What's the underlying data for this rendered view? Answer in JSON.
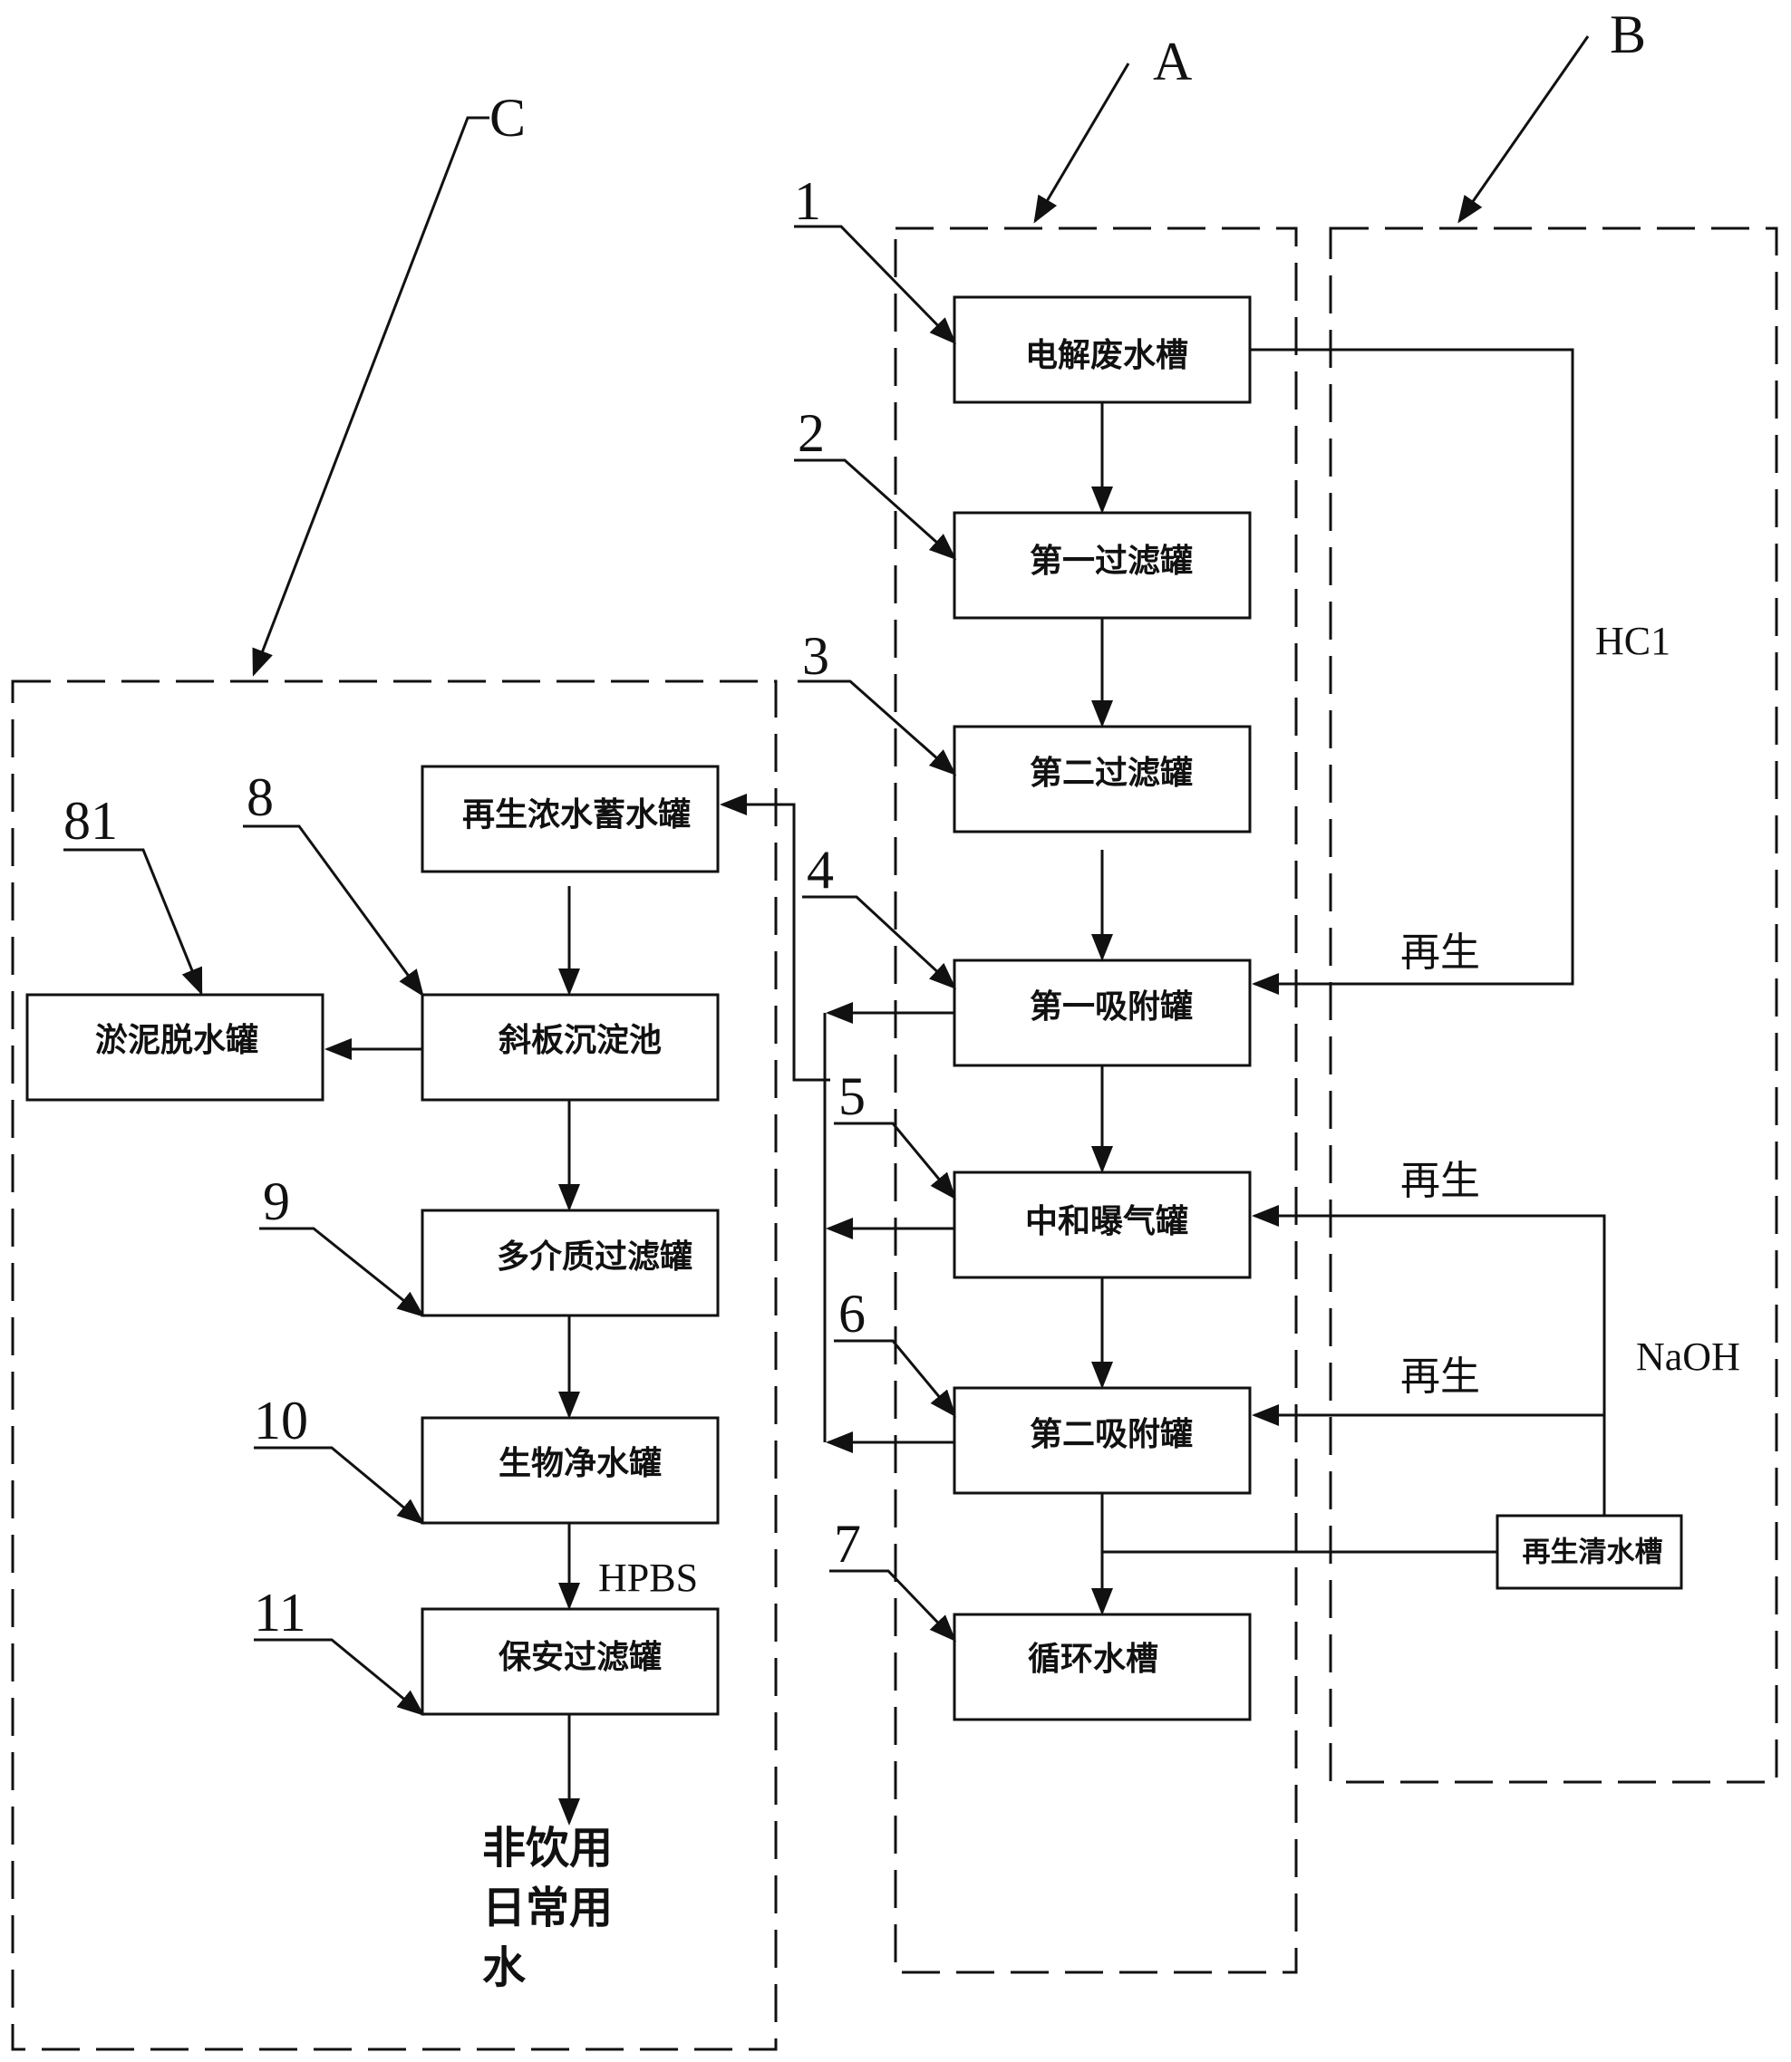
{
  "regions": {
    "A": "A",
    "B": "B",
    "C": "C"
  },
  "boxes": {
    "b1": "电解废水槽",
    "b2": "第一过滤罐",
    "b3": "第二过滤罐",
    "b4": "第一吸附罐",
    "b5": "中和曝气罐",
    "b6": "第二吸附罐",
    "b7": "循环水槽",
    "b_conc": "再生浓水蓄水罐",
    "b8": "斜板沉淀池",
    "b81": "淤泥脱水罐",
    "b9": "多介质过滤罐",
    "b10": "生物净水罐",
    "b11": "保安过滤罐",
    "b_clean": "再生清水槽"
  },
  "numbers": {
    "n1": "1",
    "n2": "2",
    "n3": "3",
    "n4": "4",
    "n5": "5",
    "n6": "6",
    "n7": "7",
    "n8": "8",
    "n81": "81",
    "n9": "9",
    "n10": "10",
    "n11": "11"
  },
  "flow_labels": {
    "hcl": "HC1",
    "naoh": "NaOH",
    "regen_1": "再生",
    "regen_2": "再生",
    "regen_3": "再生",
    "hpbs": "HPBS"
  },
  "output": {
    "line1": "非饮用",
    "line2": "日常用",
    "line3": "水"
  }
}
